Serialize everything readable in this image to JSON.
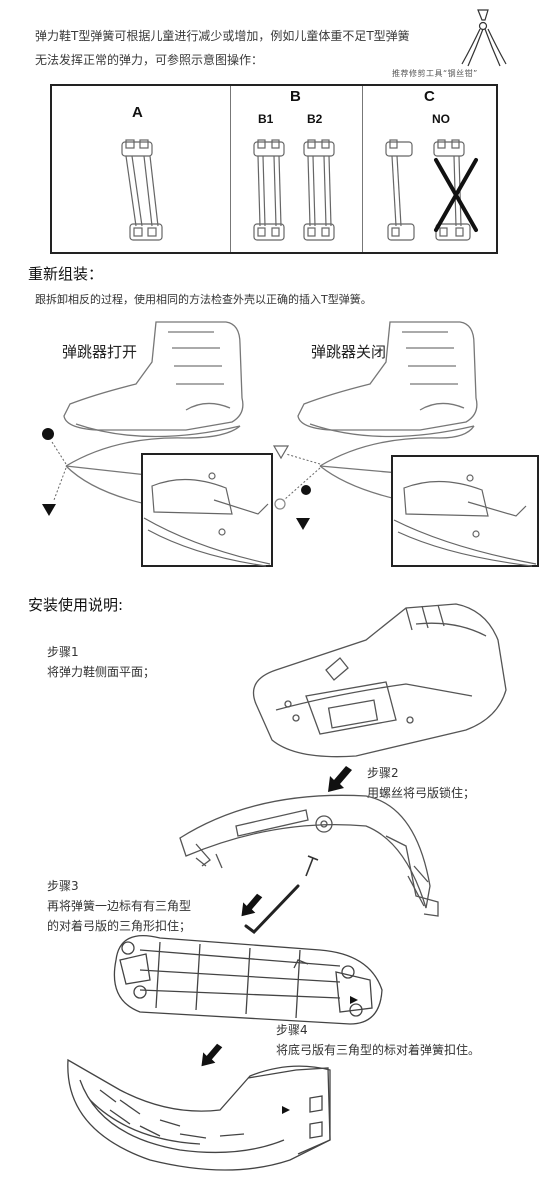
{
  "intro": {
    "line1": "弹力鞋T型弹簧可根据儿童进行减少或增加，例如儿童体重不足T型弹簧",
    "line2": "无法发挥正常的弹力，可参照示意图操作：",
    "tool_caption": "推荐修剪工具“钢丝钳”"
  },
  "spring_table": {
    "col_a": "A",
    "col_b": "B",
    "col_b1": "B1",
    "col_b2": "B2",
    "col_c": "C",
    "col_no": "NO"
  },
  "reassemble": {
    "title": "重新组装：",
    "description": "跟拆卸相反的过程，使用相同的方法检查外壳以正确的插入T型弹簧。",
    "open_label": "弹跳器打开",
    "closed_label": "弹跳器关闭"
  },
  "install": {
    "title": "安装使用说明:",
    "step1_title": "步骤1",
    "step1_text": "将弹力鞋侧面平面；",
    "step2_title": "步骤2",
    "step2_text": "用螺丝将弓版锁住；",
    "step3_title": "步骤3",
    "step3_line1": "再将弹簧一边标有有三角型",
    "step3_line2": "的对着弓版的三角形扣住；",
    "step4_title": "步骤4",
    "step4_text": "将底弓版有三角型的标对着弹簧扣住。"
  }
}
